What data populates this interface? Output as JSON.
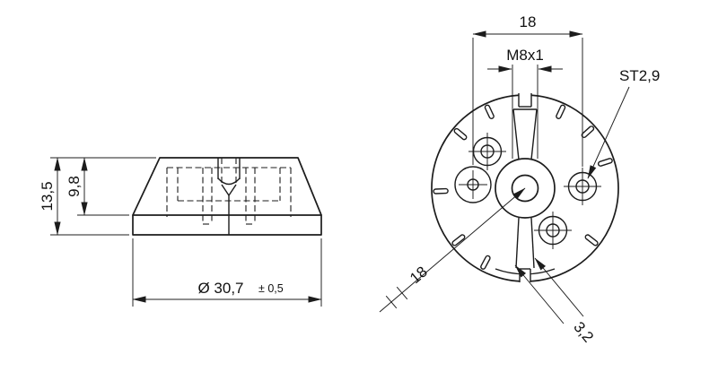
{
  "meta": {
    "title": "Technical drawing of threaded mounting base, two views"
  },
  "style": {
    "background": "#ffffff",
    "line_color": "#1c1c1c"
  },
  "side_view": {
    "dim_total_height": "13,5",
    "dim_upper_height": "9,8",
    "dim_diameter": "Ø 30,7",
    "dim_diameter_tolerance": "± 0,5"
  },
  "top_view": {
    "dim_hole_spacing": "18",
    "dim_thread": "M8x1",
    "dim_screw": "ST2,9",
    "dim_diag_spacing": "18",
    "dim_slot_width": "3,2"
  }
}
